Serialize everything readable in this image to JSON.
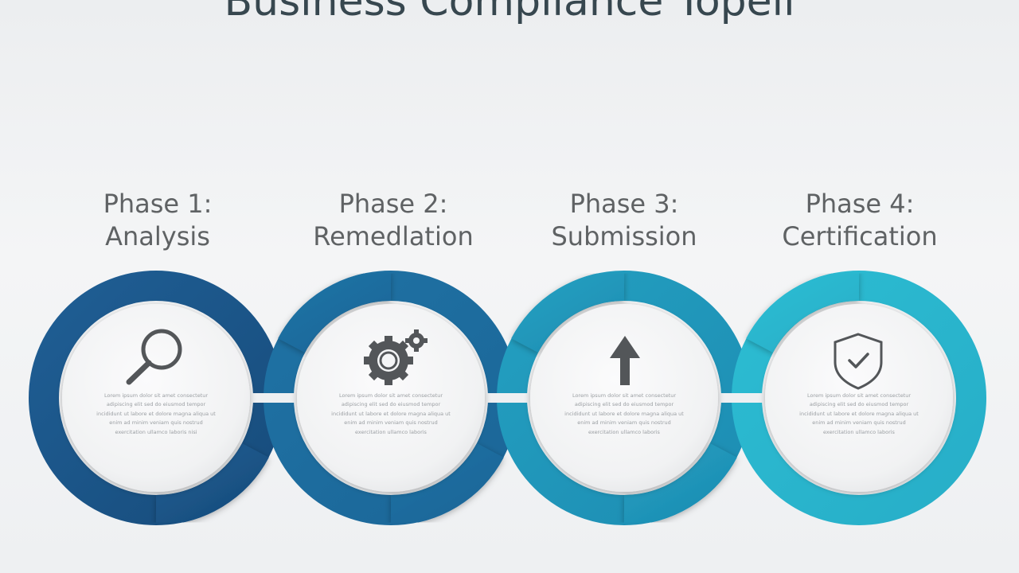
{
  "title": "Business Compliance Topell",
  "colors": {
    "background": "#eef0f2",
    "ring_1": "#1c5589",
    "ring_2": "#1e6f9e",
    "ring_3": "#2096b8",
    "ring_4": "#2ab5cc",
    "icon": "#535659",
    "heading_text": "#5f6264"
  },
  "phases": [
    {
      "line1": "Phase 1:",
      "line2": "Analysis",
      "icon": "magnifier-icon",
      "text": "Lorem ipsum dolor sit amet consectetur adipiscing elit sed do eiusmod tempor incididunt ut labore et dolore magna aliqua ut enim ad minim veniam quis nostrud exercitation ullamco laboris nisi"
    },
    {
      "line1": "Phase 2:",
      "line2": "Remedlation",
      "icon": "gears-icon",
      "text": "Lorem ipsum dolor sit amet consectetur adipiscing elit sed do eiusmod tempor incididunt ut labore et dolore magna aliqua ut enim ad minim veniam quis nostrud exercitation ullamco laboris"
    },
    {
      "line1": "Phase 3:",
      "line2": "Submission",
      "icon": "arrow-up-icon",
      "text": "Lorem ipsum dolor sit amet consectetur adipiscing elit sed do eiusmod tempor incididunt ut labore et dolore magna aliqua ut enim ad minim veniam quis nostrud exercitation ullamco laboris"
    },
    {
      "line1": "Phase 4:",
      "line2": "Certification",
      "icon": "shield-check-icon",
      "text": "Lorem ipsum dolor sit amet consectetur adipiscing elit sed do eiusmod tempor incididunt ut labore et dolore magna aliqua ut enim ad minim veniam quis nostrud exercitation ullamco laboris"
    }
  ]
}
